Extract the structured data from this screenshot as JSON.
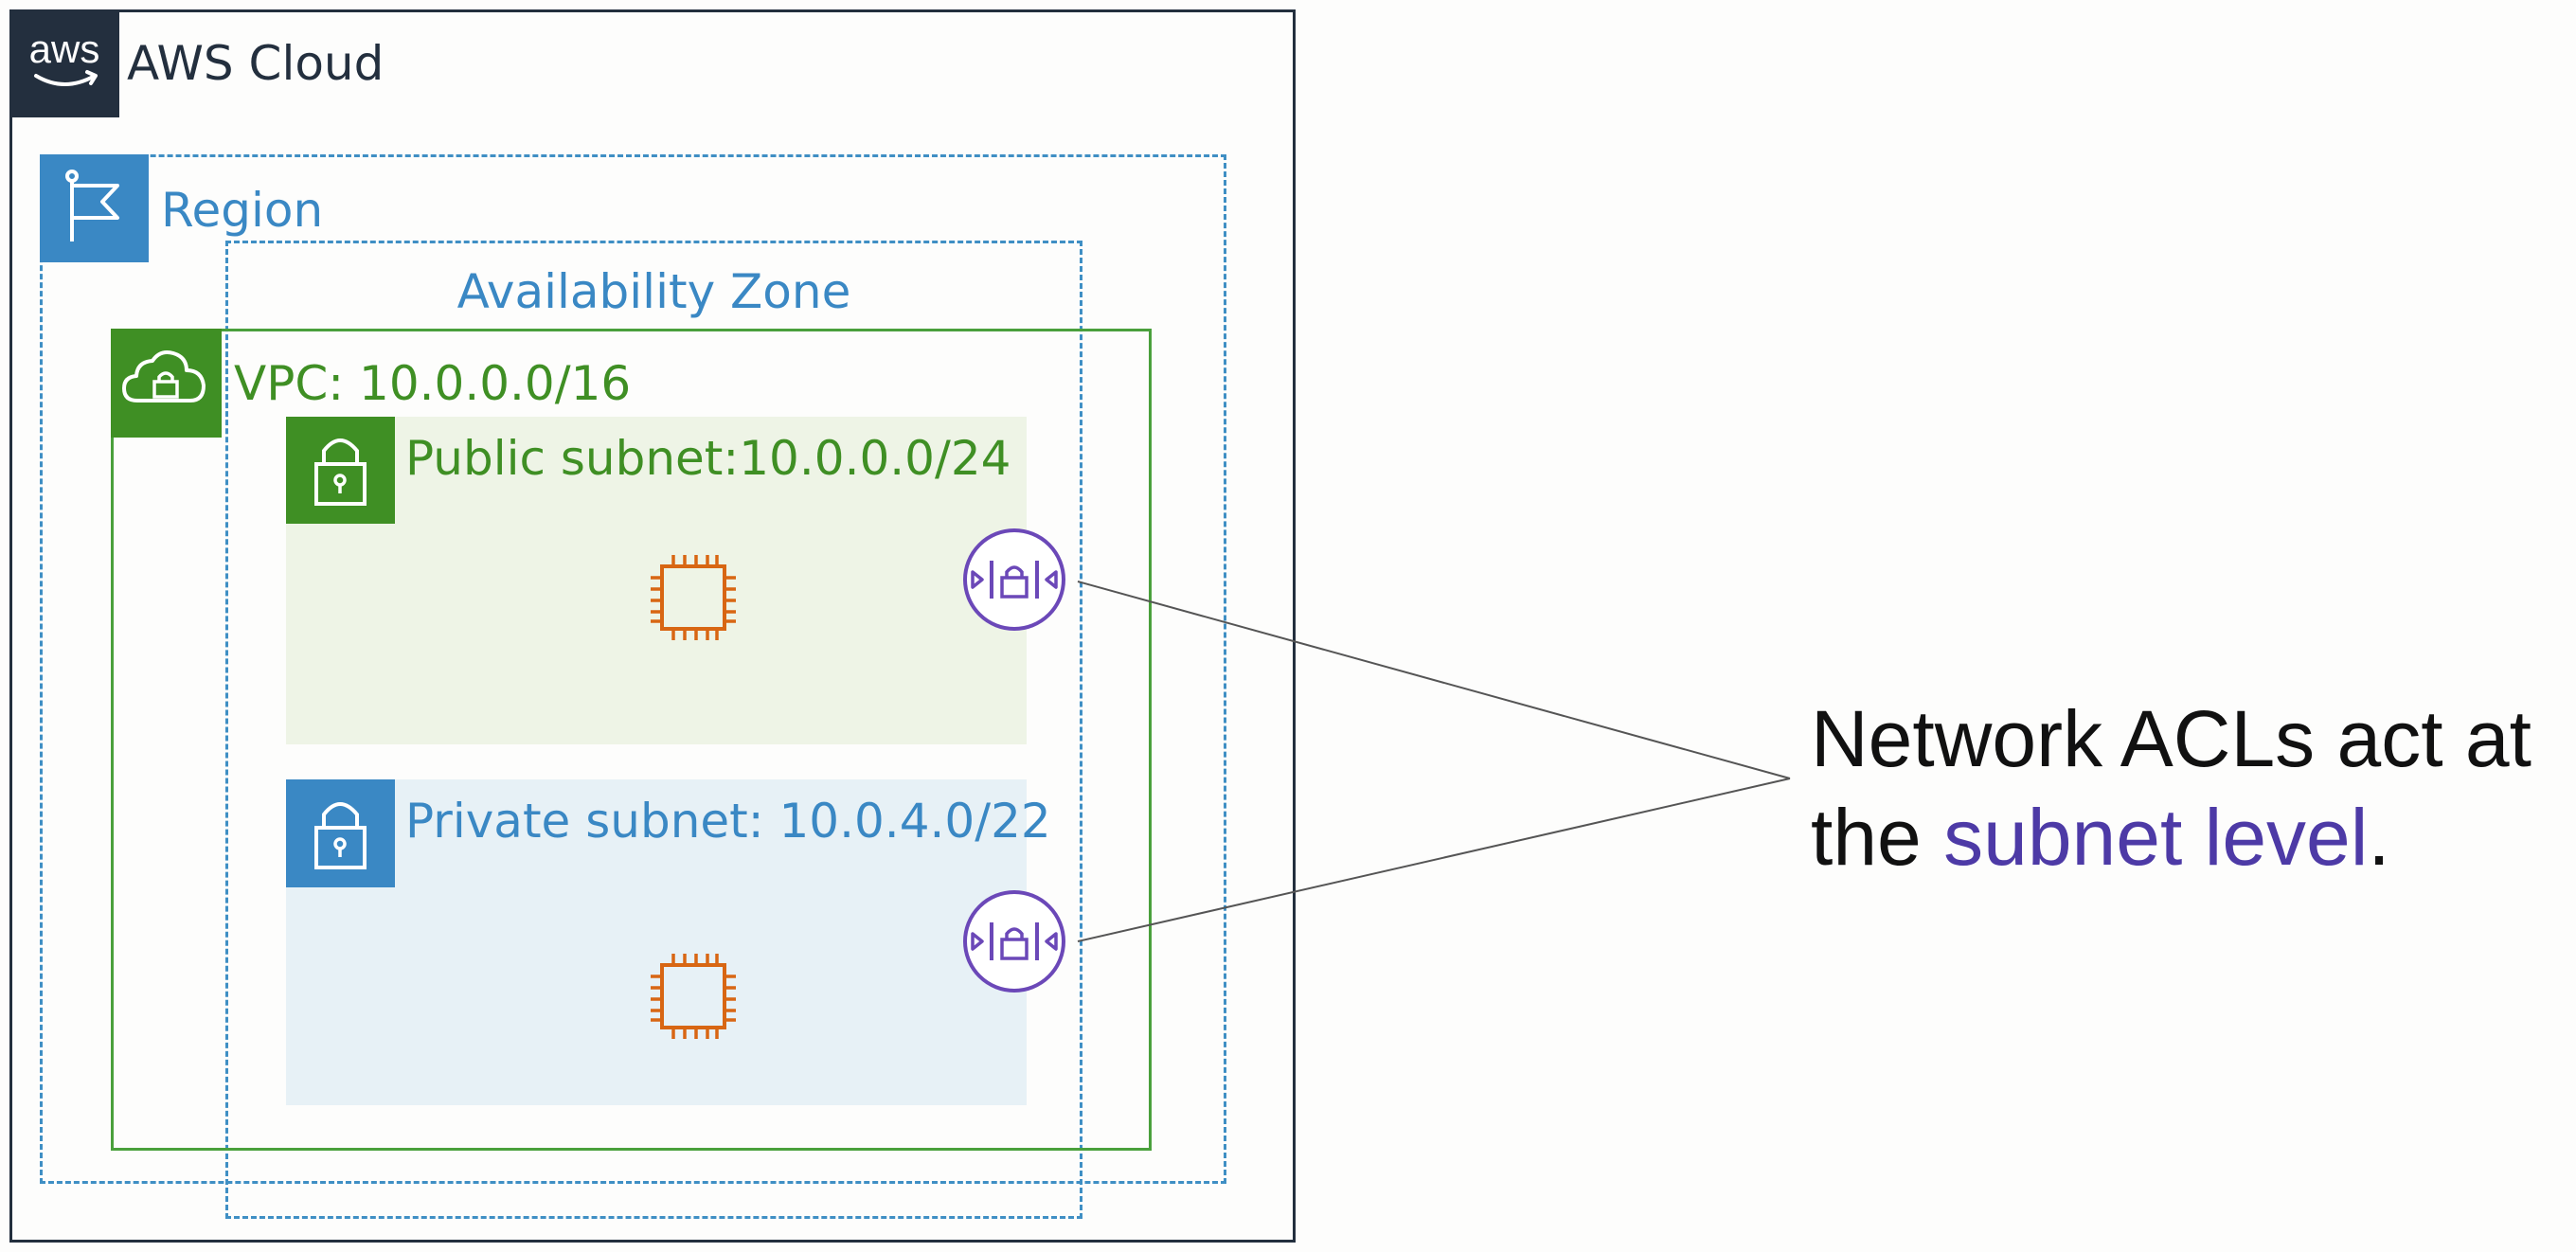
{
  "cloud": {
    "logo_text": "aws",
    "label": "AWS Cloud"
  },
  "region": {
    "label": "Region"
  },
  "availability_zone": {
    "label": "Availability Zone"
  },
  "vpc": {
    "label": "VPC: 10.0.0.0/16"
  },
  "public_subnet": {
    "label": "Public subnet:10.0.0.0/24"
  },
  "private_subnet": {
    "label": "Private subnet: 10.0.4.0/22"
  },
  "caption": {
    "line1": "Network ACLs act at",
    "line2_prefix": "the ",
    "line2_highlight": "subnet level",
    "line2_suffix": "."
  },
  "icons": {
    "cloud_logo": "aws-logo",
    "region": "flag-icon",
    "vpc": "cloud-lock-icon",
    "subnet": "lock-icon",
    "instance": "chip-icon",
    "network_acl": "network-acl-icon"
  },
  "colors": {
    "cloud_border": "#232f3e",
    "region_blue": "#3a88c4",
    "vpc_green": "#3f8f24",
    "public_fill": "#eef4e6",
    "private_fill": "#e7f1f6",
    "instance_orange": "#d86613",
    "acl_purple": "#6b48b8",
    "highlight_purple": "#4d3aa6"
  }
}
